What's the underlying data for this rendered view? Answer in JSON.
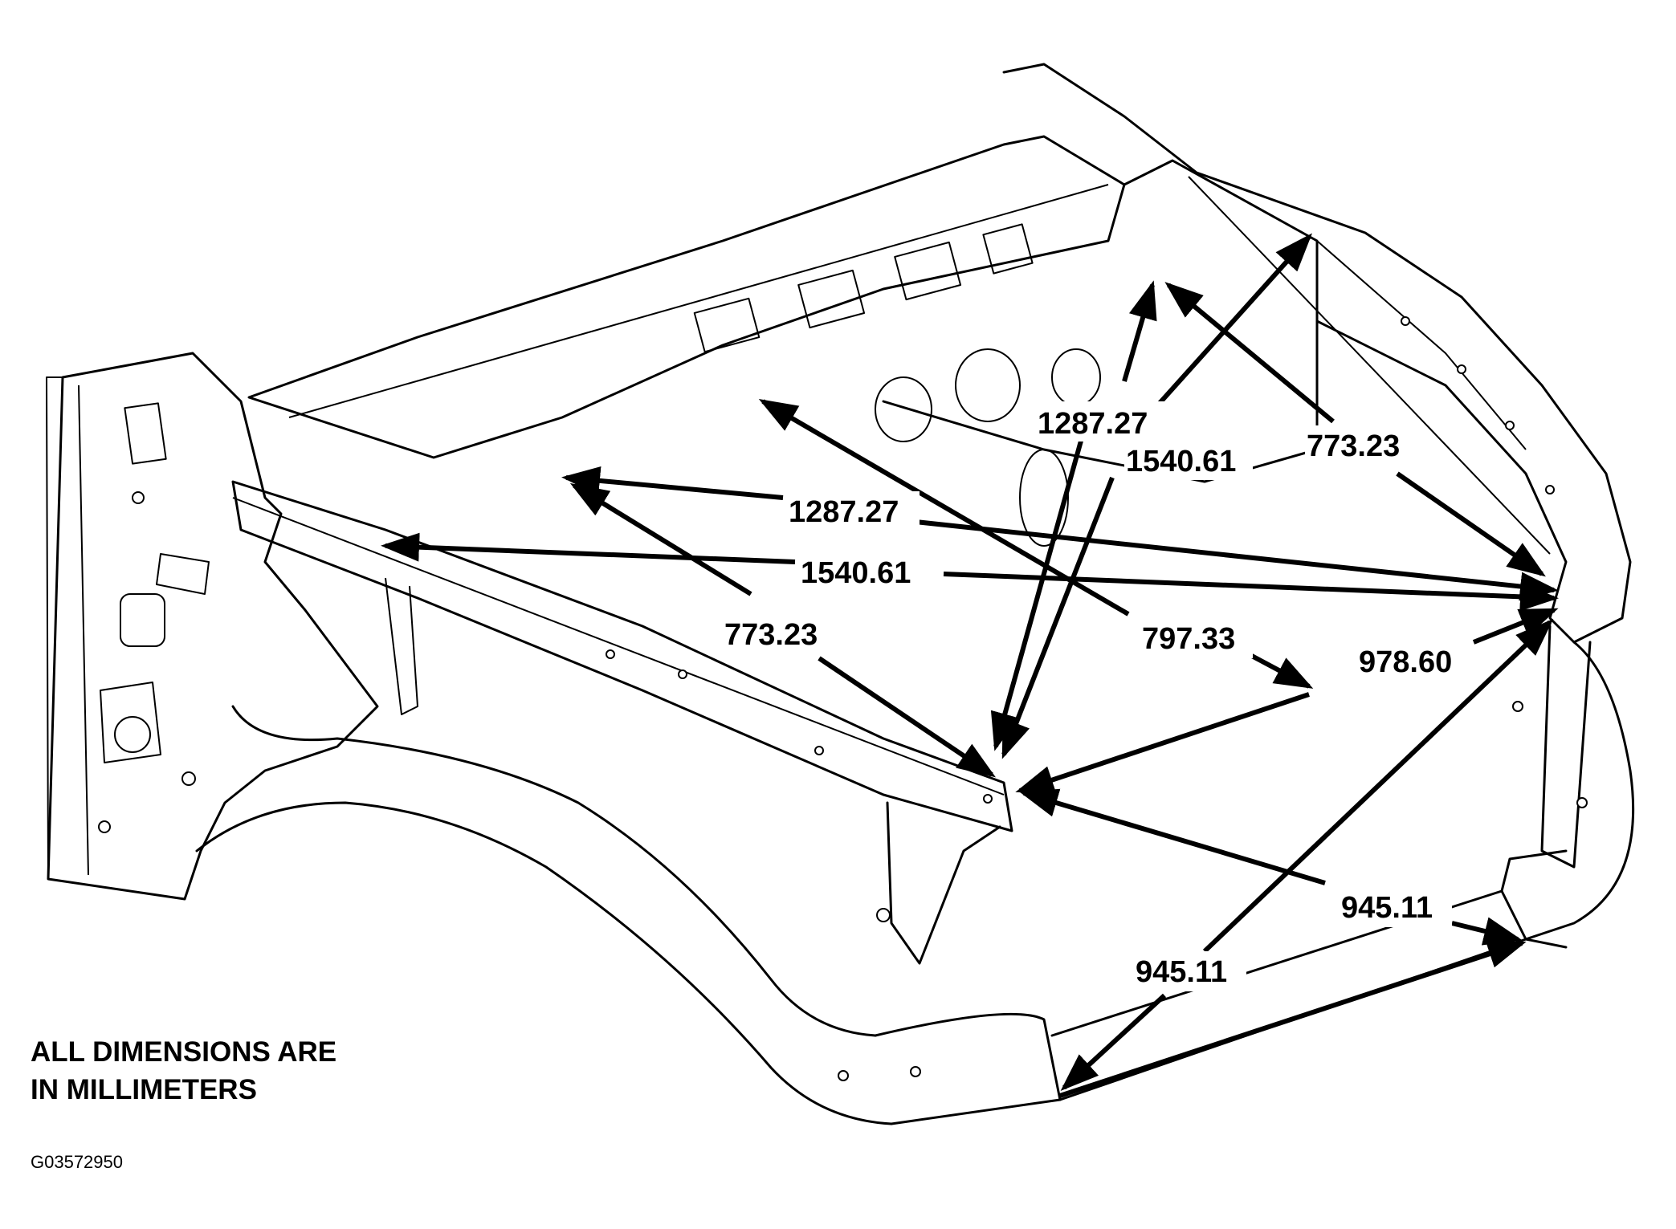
{
  "note": {
    "line1": "ALL DIMENSIONS ARE",
    "line2": "IN MILLIMETERS"
  },
  "figure_id": "G03572950",
  "dimensions": [
    {
      "id": "d1",
      "label": "1287.27"
    },
    {
      "id": "d2",
      "label": "1540.61"
    },
    {
      "id": "d3",
      "label": "773.23"
    },
    {
      "id": "d4",
      "label": "1287.27"
    },
    {
      "id": "d5",
      "label": "1540.61"
    },
    {
      "id": "d6",
      "label": "773.23"
    },
    {
      "id": "d7",
      "label": "797.33"
    },
    {
      "id": "d8",
      "label": "978.60"
    },
    {
      "id": "d9",
      "label": "945.11"
    },
    {
      "id": "d10",
      "label": "945.11"
    }
  ]
}
